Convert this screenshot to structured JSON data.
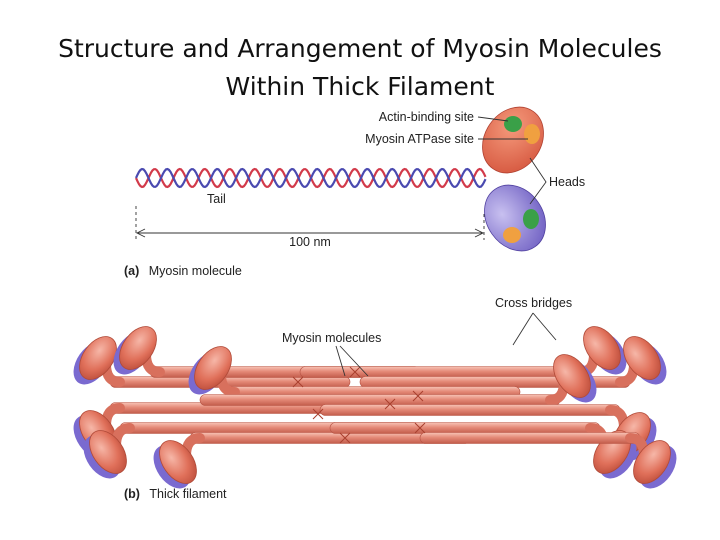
{
  "title": {
    "line1": "Structure and Arrangement of Myosin Molecules",
    "line2": "Within Thick Filament"
  },
  "part_a": {
    "caption_letter": "(a)",
    "caption_text": "Myosin molecule",
    "labels": {
      "actin_binding_site": "Actin-binding site",
      "atpase_site": "Myosin ATPase site",
      "heads": "Heads",
      "tail": "Tail",
      "length": "100 nm"
    }
  },
  "part_b": {
    "caption_letter": "(b)",
    "caption_text": "Thick filament",
    "labels": {
      "cross_bridges": "Cross bridges",
      "myosin_molecules": "Myosin molecules"
    }
  },
  "colors": {
    "helix_red": "#d23a4a",
    "helix_blue": "#4a4ab0",
    "head_salmon": "#e0705a",
    "head_purple": "#8a7ad0",
    "actin_site": "#3aa048",
    "atpase_site": "#f0a040",
    "filament": "#e58a78",
    "filament_dark": "#c8604e",
    "filament_shadow": "#7a6ad0"
  }
}
